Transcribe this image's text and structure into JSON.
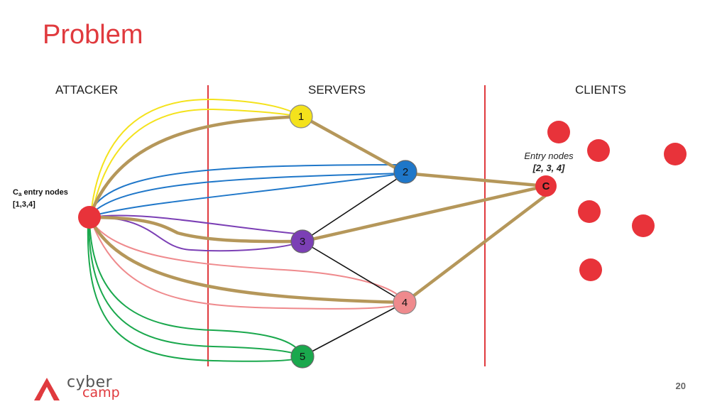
{
  "title": "Problem",
  "columns": {
    "attacker": "ATTACKER",
    "servers": "SERVERS",
    "clients": "CLIENTS"
  },
  "attacker_label": {
    "prefix": "C",
    "subscript": "a",
    "suffix": " entry nodes",
    "list": "[1,3,4]"
  },
  "client_label": {
    "line1": "Entry nodes",
    "line2": "[2, 3, 4]"
  },
  "servers": [
    {
      "id": "1",
      "color": "#f4e21c"
    },
    {
      "id": "2",
      "color": "#1f77c9"
    },
    {
      "id": "3",
      "color": "#7b3fb5"
    },
    {
      "id": "4",
      "color": "#ef8a8d"
    },
    {
      "id": "5",
      "color": "#1aa84d"
    }
  ],
  "client_node": {
    "label": "C",
    "color": "#e8333a"
  },
  "colors": {
    "accent": "#e03a3e",
    "divider": "#e03a3e",
    "main_path": "#b5975a",
    "server_link": "#111111"
  },
  "page_number": "20",
  "logo": {
    "text1": "cyber",
    "text2": "camp"
  }
}
